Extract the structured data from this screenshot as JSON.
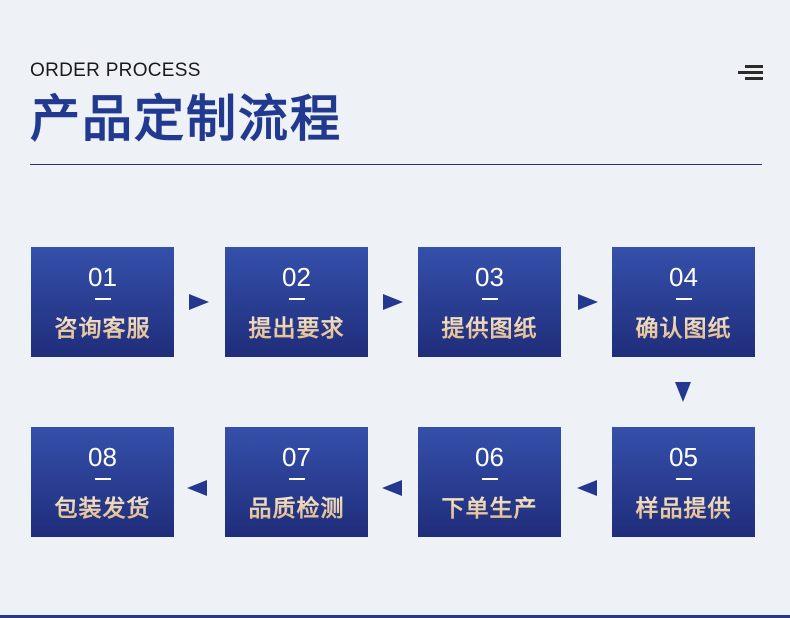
{
  "header": {
    "subtitle": "ORDER PROCESS",
    "title": "产品定制流程"
  },
  "steps": [
    {
      "num": "01",
      "label": "咨询客服"
    },
    {
      "num": "02",
      "label": "提出要求"
    },
    {
      "num": "03",
      "label": "提供图纸"
    },
    {
      "num": "04",
      "label": "确认图纸"
    },
    {
      "num": "05",
      "label": "样品提供"
    },
    {
      "num": "06",
      "label": "下单生产"
    },
    {
      "num": "07",
      "label": "品质检测"
    },
    {
      "num": "08",
      "label": "包装发货"
    }
  ],
  "colors": {
    "accent": "#213a8f",
    "box_top": "#3550ab",
    "box_bottom": "#1f2d7a",
    "label_gold": "#e0b584"
  }
}
